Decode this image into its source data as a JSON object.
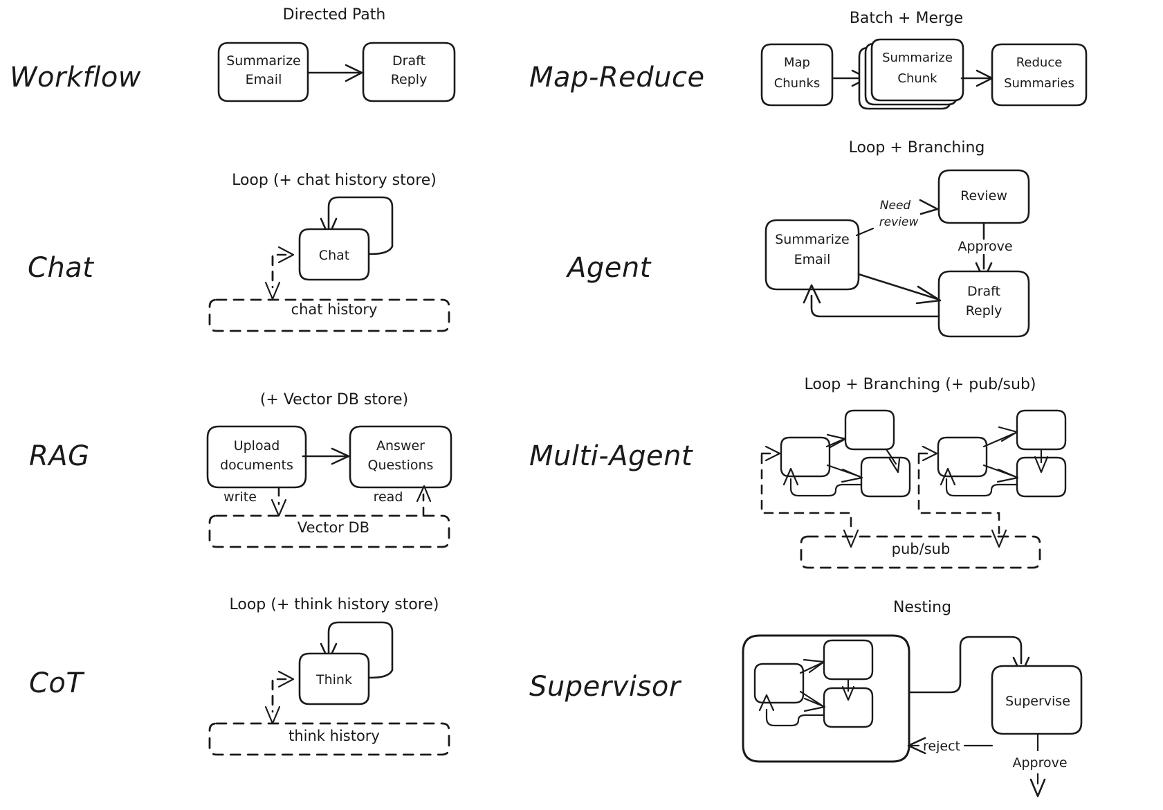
{
  "figure": {
    "style": "hand-drawn whiteboard sketch",
    "background_color": "#ffffff",
    "ink_color": "#1a1a1a",
    "columns": 2,
    "rows": 4
  },
  "rows": [
    {
      "left": {
        "label": "Workflow",
        "title": "Directed Path",
        "nodes": [
          {
            "text_line1": "Summarize",
            "text_line2": "Email"
          },
          {
            "text_line1": "Draft",
            "text_line2": "Reply"
          }
        ]
      },
      "right": {
        "label": "Map-Reduce",
        "title": "Batch + Merge",
        "nodes": [
          {
            "text_line1": "Map",
            "text_line2": "Chunks"
          },
          {
            "text_line1": "Summarize",
            "text_line2": "Chunk",
            "stacked": true
          },
          {
            "text_line1": "Reduce",
            "text_line2": "Summaries"
          }
        ]
      }
    },
    {
      "left": {
        "label": "Chat",
        "title": "Loop (+ chat history store)",
        "nodes": [
          {
            "text_line1": "Chat"
          }
        ],
        "store": "chat history"
      },
      "right": {
        "label": "Agent",
        "title": "Loop + Branching",
        "nodes": [
          {
            "text_line1": "Summarize",
            "text_line2": "Email"
          },
          {
            "text_line1": "Review"
          },
          {
            "text_line1": "Draft",
            "text_line2": "Reply"
          }
        ],
        "edge_labels": [
          "Need",
          "review",
          "Approve"
        ]
      }
    },
    {
      "left": {
        "label": "RAG",
        "title": "(+ Vector DB store)",
        "nodes": [
          {
            "text_line1": "Upload",
            "text_line2": "documents"
          },
          {
            "text_line1": "Answer",
            "text_line2": "Questions"
          }
        ],
        "store": "Vector DB",
        "edge_labels": [
          "write",
          "read"
        ]
      },
      "right": {
        "label": "Multi-Agent",
        "title": "Loop + Branching (+ pub/sub)",
        "store": "pub/sub",
        "clusters": 2
      }
    },
    {
      "left": {
        "label": "CoT",
        "title": "Loop (+ think history store)",
        "nodes": [
          {
            "text_line1": "Think"
          }
        ],
        "store": "think history"
      },
      "right": {
        "label": "Supervisor",
        "title": "Nesting",
        "nodes": [
          {
            "text_line1": "Supervise"
          }
        ],
        "edge_labels": [
          "reject",
          "Approve"
        ]
      }
    }
  ]
}
